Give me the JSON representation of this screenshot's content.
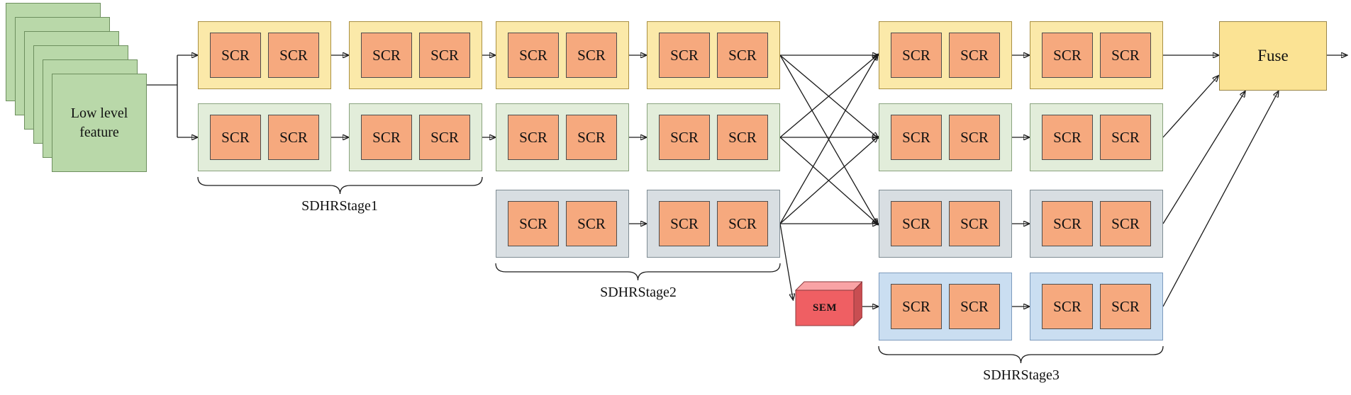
{
  "labels": {
    "scr": "SCR",
    "low_level_feature": "Low level feature",
    "sem": "SEM",
    "fuse": "Fuse",
    "stage1": "SDHRStage1",
    "stage2": "SDHRStage2",
    "stage3": "SDHRStage3"
  },
  "colors": {
    "scr_fill": "#f6a97e",
    "scr_border": "#4d4d4d",
    "row1_fill": "#fbe9a9",
    "row1_border": "#a99043",
    "row2_fill": "#e2edda",
    "row2_border": "#8aa37e",
    "row3_fill": "#d8dee2",
    "row3_border": "#7f8c93",
    "row4_fill": "#cadef1",
    "row4_border": "#7d9bbd",
    "stack_fill": "#b9d8a9",
    "stack_border": "#6d8f5e",
    "sem_front": "#ef5f63",
    "sem_top": "#f9a3a5",
    "sem_side": "#c84e52",
    "fuse_fill": "#fbe394",
    "fuse_border": "#9b874a",
    "line": "#1a1a1a"
  }
}
